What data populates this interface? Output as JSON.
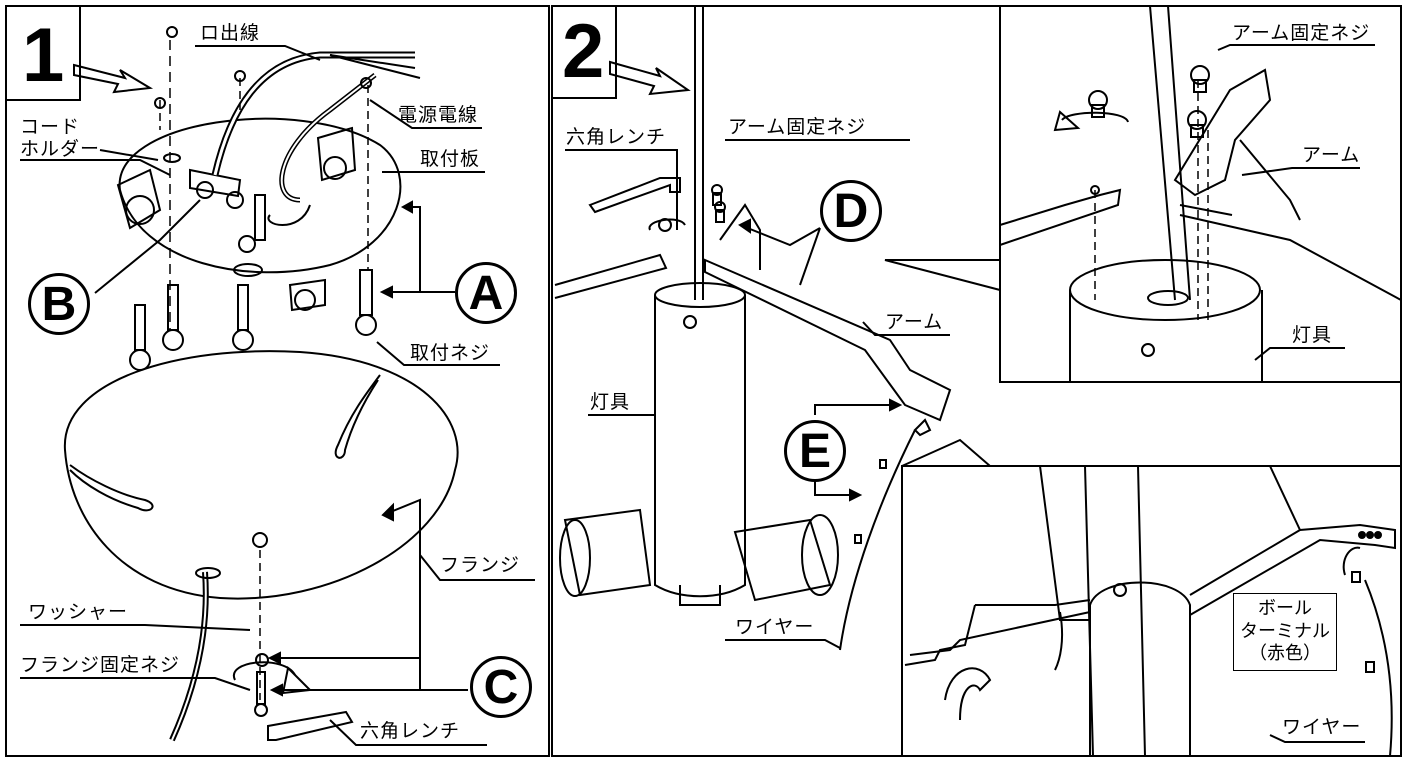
{
  "steps": {
    "step1": "1",
    "step2": "2"
  },
  "callouts": {
    "a": "A",
    "b": "B",
    "c": "C",
    "d": "D",
    "e": "E"
  },
  "labels": {
    "outlet_wire": "ロ出線",
    "power_wire": "電源電線",
    "cord_holder_l1": "コード",
    "cord_holder_l2": "ホルダー",
    "mount_plate": "取付板",
    "mount_screw": "取付ネジ",
    "flange": "フランジ",
    "washer": "ワッシャー",
    "flange_screw": "フランジ固定ネジ",
    "hex_wrench_1": "六角レンチ",
    "hex_wrench_2": "六角レンチ",
    "arm_screw_2": "アーム固定ネジ",
    "arm_screw_detail": "アーム固定ネジ",
    "arm_2": "アーム",
    "arm_detail": "アーム",
    "fixture_2": "灯具",
    "fixture_detail": "灯具",
    "wire_2": "ワイヤー",
    "wire_detail": "ワイヤー",
    "ball_terminal_l1": "ボール",
    "ball_terminal_l2": "ターミナル",
    "ball_terminal_l3": "（赤色）"
  }
}
